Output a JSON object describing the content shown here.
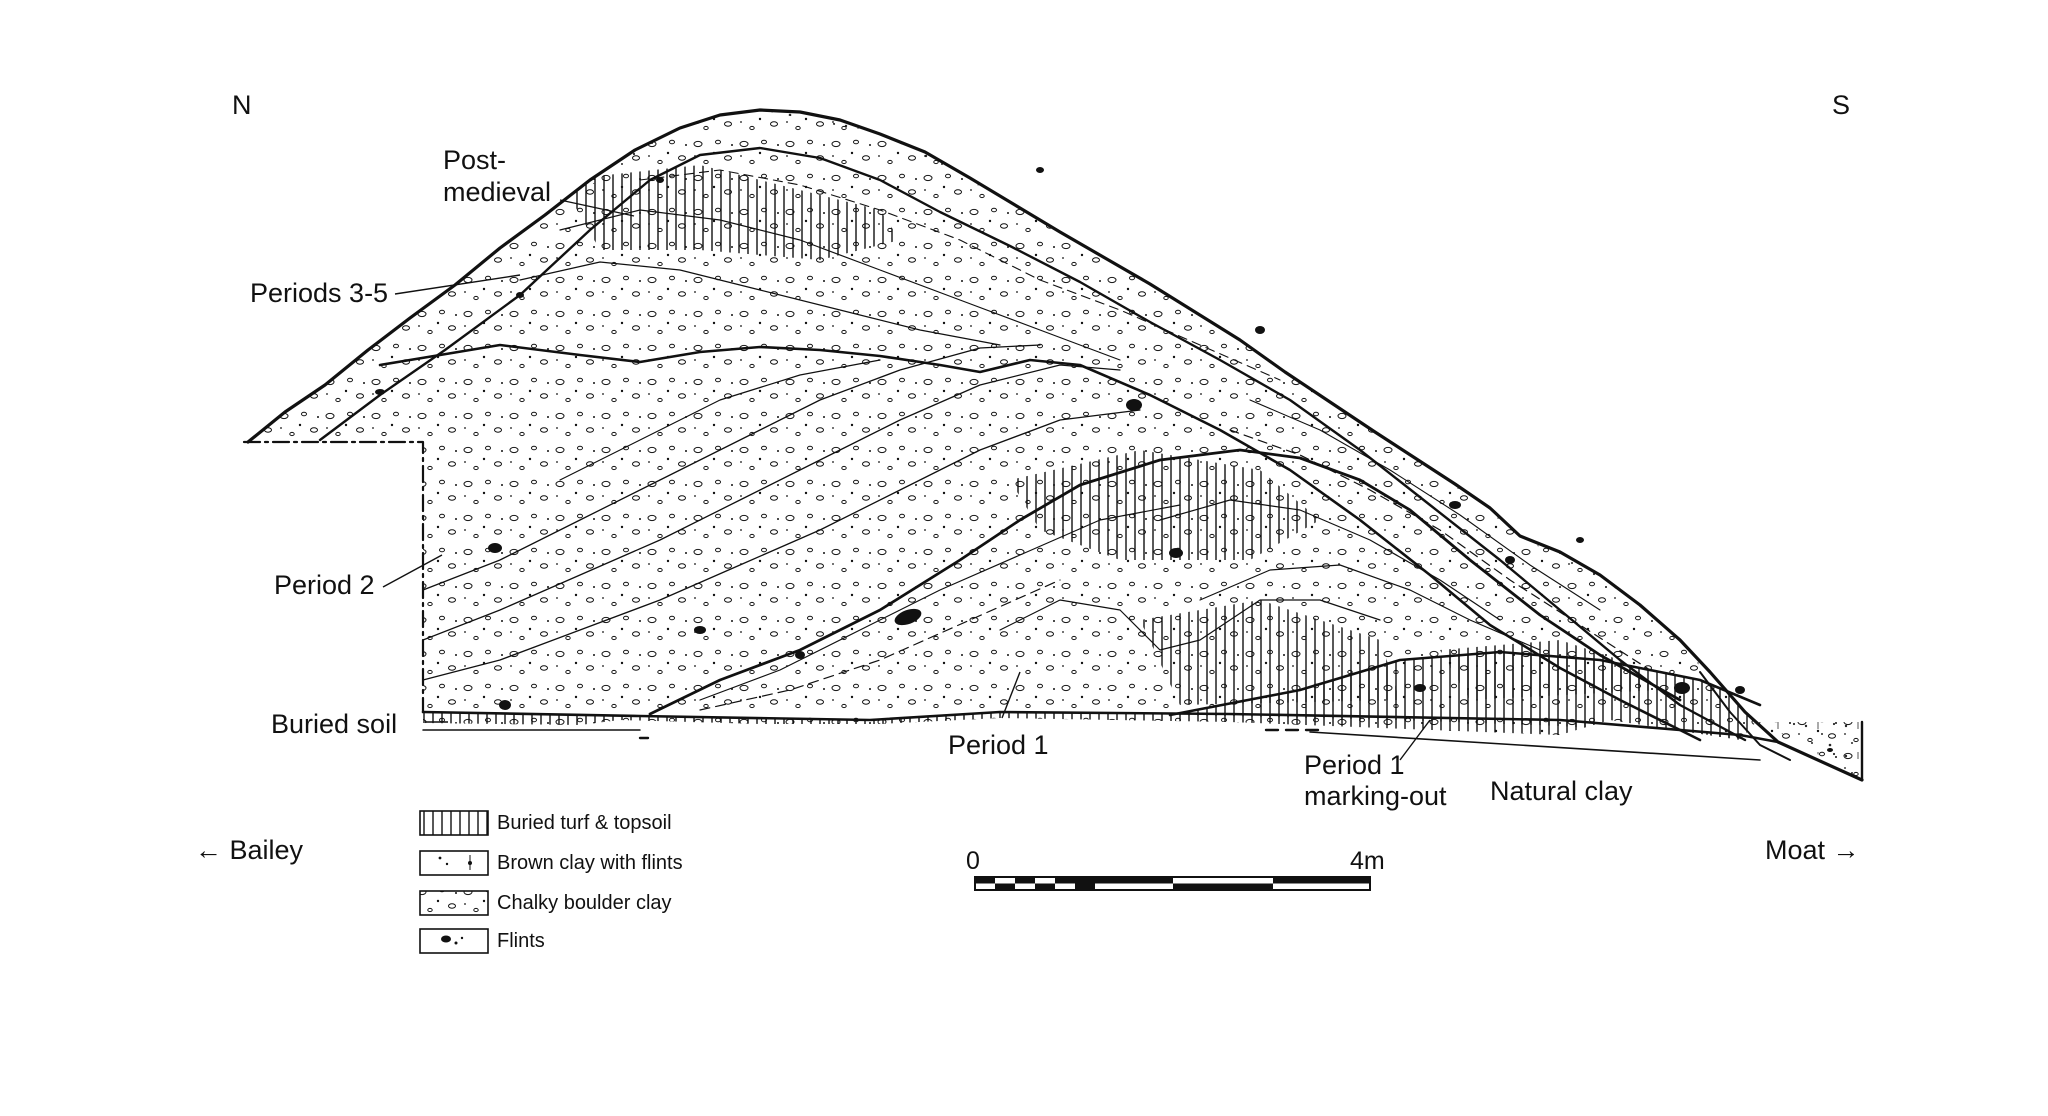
{
  "compass": {
    "north": "N",
    "south": "S"
  },
  "layers": {
    "post_medieval_line1": "Post-",
    "post_medieval_line2": "medieval",
    "periods_3_5": "Periods 3-5",
    "period_2": "Period 2",
    "buried_soil": "Buried soil",
    "period_1": "Period 1",
    "period_1_marking_line1": "Period 1",
    "period_1_marking_line2": "marking-out",
    "natural_clay": "Natural clay"
  },
  "directions": {
    "left": "← Bailey",
    "right": "Moat →"
  },
  "legend": {
    "items": [
      {
        "label": "Buried turf & topsoil",
        "pattern": "vertical-hatch"
      },
      {
        "label": "Brown clay with flints",
        "pattern": "brown-clay"
      },
      {
        "label": "Chalky boulder clay",
        "pattern": "chalky"
      },
      {
        "label": "Flints",
        "pattern": "flints"
      }
    ]
  },
  "scale": {
    "start": "0",
    "end": "4m"
  },
  "colors": {
    "ink": "#111111",
    "paper": "#ffffff"
  }
}
